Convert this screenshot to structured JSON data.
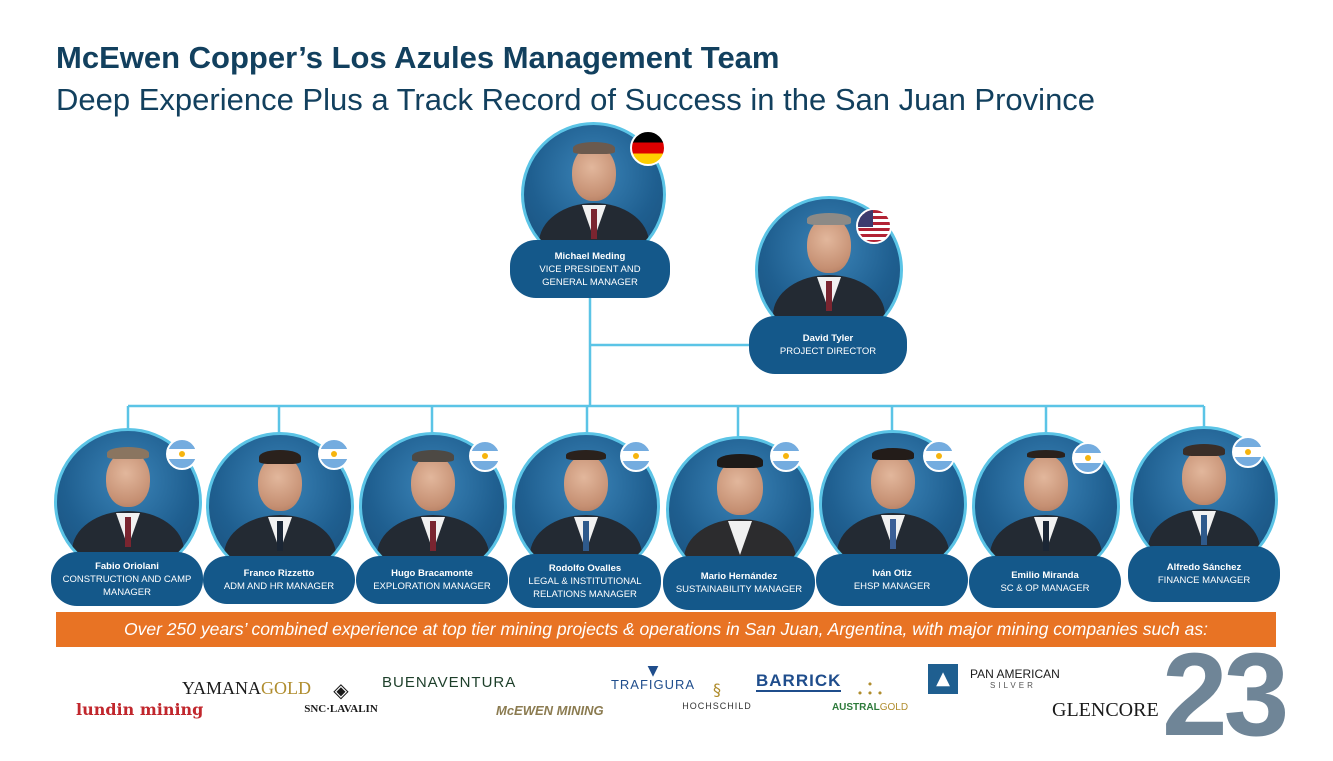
{
  "header": {
    "title": "McEwen Copper’s Los Azules Management Team",
    "subtitle": "Deep Experience Plus a Track Record of Success in the San Juan Province"
  },
  "leaders": [
    {
      "name": "Michael Meding",
      "role": "VICE PRESIDENT AND GENERAL MANAGER",
      "flag": "germany-flag"
    },
    {
      "name": "David Tyler",
      "role": "PROJECT DIRECTOR",
      "flag": "usa-flag"
    }
  ],
  "managers": [
    {
      "name": "Fabio Oriolani",
      "role": "CONSTRUCTION AND CAMP MANAGER",
      "flag": "argentina-flag"
    },
    {
      "name": "Franco Rizzetto",
      "role": "ADM AND HR MANAGER",
      "flag": "argentina-flag"
    },
    {
      "name": "Hugo Bracamonte",
      "role": "EXPLORATION MANAGER",
      "flag": "argentina-flag"
    },
    {
      "name": "Rodolfo Ovalles",
      "role": "LEGAL & INSTITUTIONAL RELATIONS MANAGER",
      "flag": "argentina-flag"
    },
    {
      "name": "Mario Hernández",
      "role": "SUSTAINABILITY MANAGER",
      "flag": "argentina-flag"
    },
    {
      "name": "Iván Otiz",
      "role": "EHSP MANAGER",
      "flag": "argentina-flag"
    },
    {
      "name": "Emilio Miranda",
      "role": "SC & OP MANAGER",
      "flag": "argentina-flag"
    },
    {
      "name": "Alfredo Sánchez",
      "role": "FINANCE MANAGER",
      "flag": "argentina-flag"
    }
  ],
  "banner": {
    "text": "Over 250 years’ combined experience at top tier mining projects & operations in San Juan, Argentina, with major mining companies such as:"
  },
  "logos": {
    "lundin": "lundin mining",
    "yamana_a": "YAMANA",
    "yamana_b": "GOLD",
    "snc": "SNC·LAVALIN",
    "buenaventura": "BUENAVENTURA",
    "mcewen": "McEWEN MINING",
    "trafigura": "TRAFIGURA",
    "hochschild": "HOCHSCHILD",
    "barrick": "BARRICK",
    "austral_a": "AUSTRAL",
    "austral_b": "GOLD",
    "panam_a": "PAN AMERICAN",
    "panam_b": "SILVER",
    "glencore": "GLENCORE"
  },
  "colors": {
    "title": "#12405e",
    "node_fill": "#14588a",
    "connector": "#5bc4e6",
    "banner": "#e87324",
    "page_number": "#6f8597"
  },
  "page_number": "23"
}
